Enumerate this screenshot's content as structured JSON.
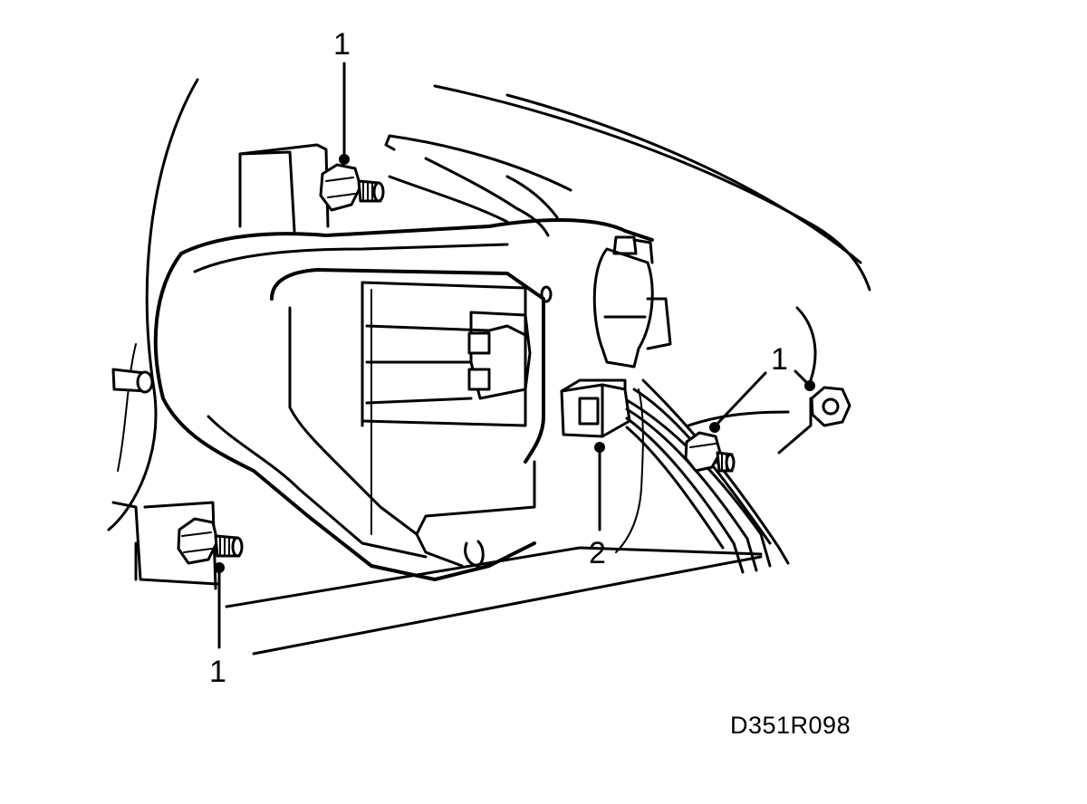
{
  "callouts": [
    {
      "id": "top-left",
      "number": "1"
    },
    {
      "id": "right",
      "number": "1"
    },
    {
      "id": "bottom-left",
      "number": "1"
    },
    {
      "id": "connector",
      "number": "2"
    }
  ],
  "figure_code": "D351R098"
}
